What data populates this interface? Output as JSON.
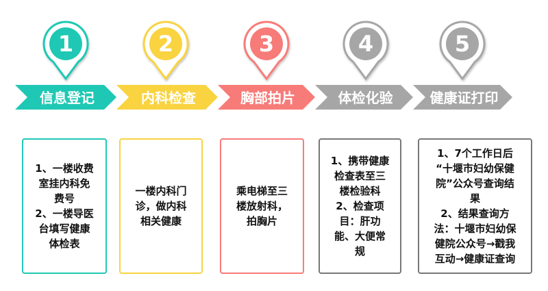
{
  "steps": [
    {
      "number": "1",
      "label": "信息登记",
      "color": "#1fc8b4",
      "detail": "1、一楼收费\n室挂内科免\n费号\n2、一楼导医\n台填写健康\n体检表"
    },
    {
      "number": "2",
      "label": "内科检查",
      "color": "#f9d340",
      "detail": "一楼内科门\n诊，做内科\n相关健康"
    },
    {
      "number": "3",
      "label": "胸部拍片",
      "color": "#f77b78",
      "detail": "乘电梯至三\n楼放射科，\n拍胸片"
    },
    {
      "number": "4",
      "label": "体检化验",
      "color": "#a6a6a6",
      "detail": "1、携带健康\n检查表至三\n楼检验科\n2、检查项\n目：肝功\n能、大便常\n规"
    },
    {
      "number": "5",
      "label": "健康证打印",
      "color": "#a6a6a6",
      "detail": "1、7个工作日后\n“十堰市妇幼保健\n院”公众号查询结\n果\n2、结果查询方\n法：十堰市妇幼保\n健院公众号→戳我\n互动→健康证查询"
    }
  ]
}
